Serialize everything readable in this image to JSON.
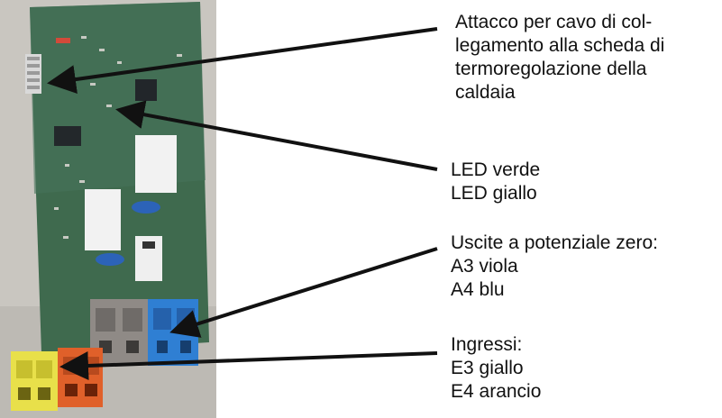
{
  "callouts": {
    "connector": {
      "lines": [
        "Attacco per cavo di col-",
        "legamento alla scheda di",
        "termoregolazione della",
        "caldaia"
      ]
    },
    "leds": {
      "lines": [
        "LED verde",
        "LED giallo"
      ]
    },
    "outputs": {
      "lines": [
        "Uscite a potenziale zero:",
        "A3 viola",
        "A4 blu"
      ]
    },
    "inputs": {
      "lines": [
        "Ingressi:",
        "E3 giallo",
        "E4 arancio"
      ]
    }
  },
  "colors": {
    "pcb_green": "#3f6a4e",
    "background_gray": "#c9c6c0",
    "terminal_gray": "#8f8a86",
    "terminal_blue": "#2f7fd3",
    "terminal_yellow": "#e8e04a",
    "terminal_orange": "#e0602a",
    "arrow": "#111111"
  },
  "icons": {
    "leader": "arrow-icon"
  }
}
